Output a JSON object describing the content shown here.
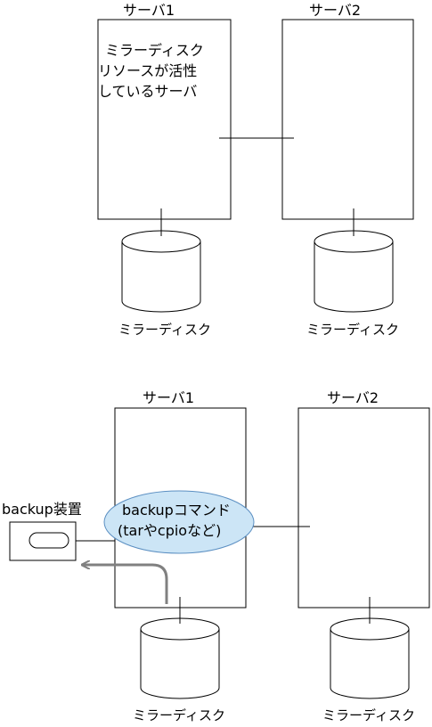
{
  "top": {
    "server1": {
      "label": "サーバ1",
      "note_lines": [
        "ミラーディスク",
        "リソースが活性",
        "しているサーバ"
      ]
    },
    "server2": {
      "label": "サーバ2"
    },
    "disk1": {
      "label": "ミラーディスク"
    },
    "disk2": {
      "label": "ミラーディスク"
    }
  },
  "bottom": {
    "server1": {
      "label": "サーバ1"
    },
    "server2": {
      "label": "サーバ2"
    },
    "backup_device": {
      "label": "backup装置"
    },
    "backup_command": {
      "line1": "backupコマンド",
      "line2": "(tarやcpioなど)"
    },
    "disk1": {
      "label": "ミラーディスク"
    },
    "disk2": {
      "label": "ミラーディスク"
    }
  },
  "colors": {
    "line": "#000000",
    "ellipse_fill": "#cce5f6",
    "ellipse_stroke": "#5b8fc2",
    "arrow": "#808080"
  }
}
